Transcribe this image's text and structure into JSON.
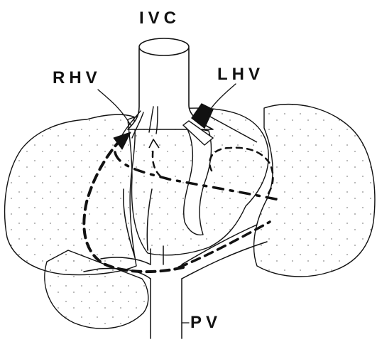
{
  "labels": {
    "ivc": "IVC",
    "rhv": "RHV",
    "lhv": "LHV",
    "pv": "PV"
  },
  "colors": {
    "ink": "#111111",
    "paper": "#ffffff",
    "stipple": "#8a8a8a"
  }
}
